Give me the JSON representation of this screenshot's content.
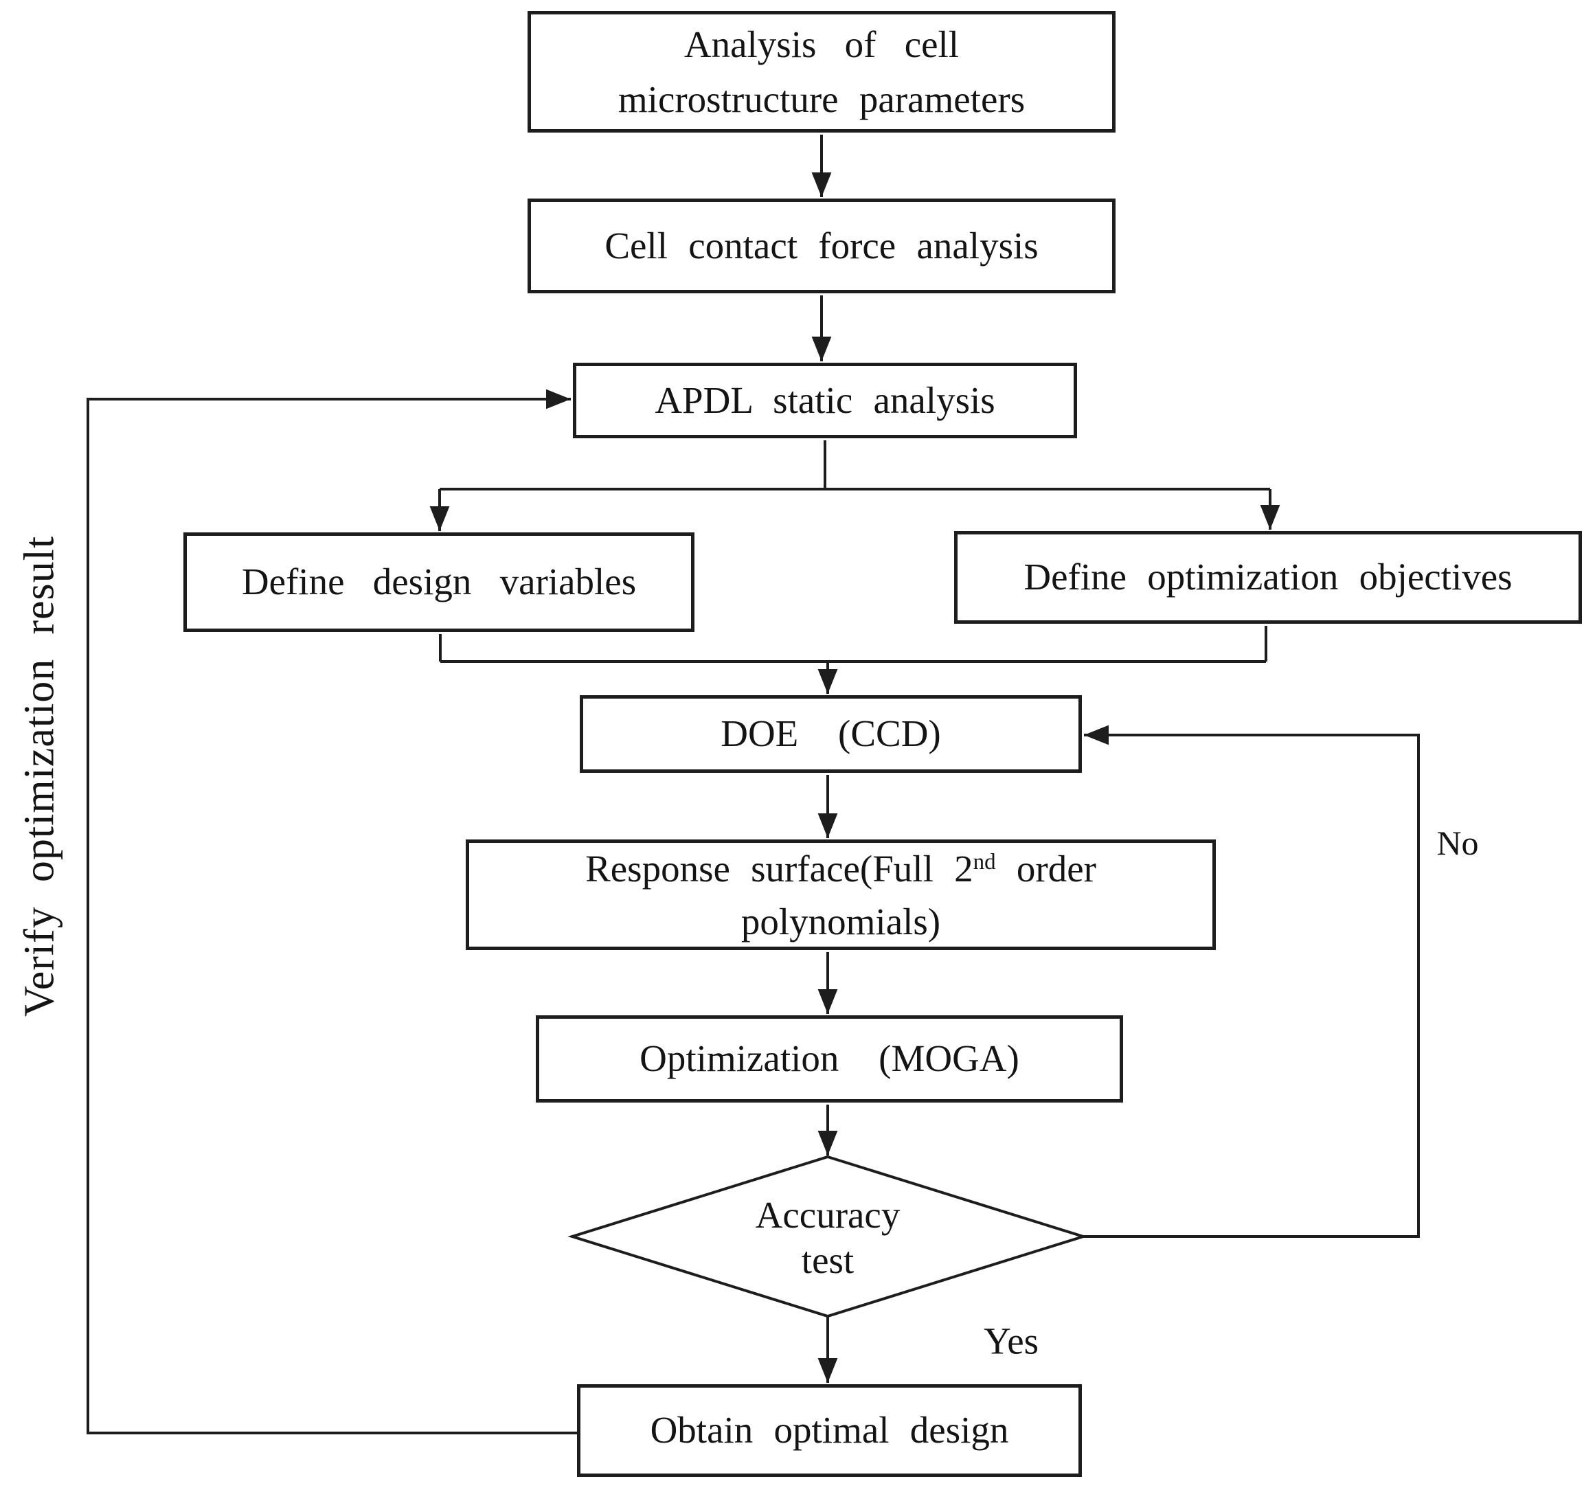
{
  "nodes": {
    "analysis": {
      "line1": "Analysis of cell",
      "line2": "microstructure parameters"
    },
    "cell_contact": {
      "label": "Cell contact force analysis"
    },
    "apdl": {
      "label": "APDL static analysis"
    },
    "design_variables": {
      "label": "Define design variables"
    },
    "optimization_objectives": {
      "label": "Define optimization objectives"
    },
    "doe": {
      "label": "DOE (CCD)"
    },
    "response_surface": {
      "line1_part1": "Response surface(Full 2",
      "line1_sup": "nd",
      "line1_part2": " order",
      "line2": "polynomials)"
    },
    "optimization": {
      "label": "Optimization (MOGA)"
    },
    "accuracy_test": {
      "line1": "Accuracy",
      "line2": "test"
    },
    "obtain_optimal": {
      "label": "Obtain optimal design"
    }
  },
  "edge_labels": {
    "yes": "Yes",
    "no": "No",
    "verify": "Verify optimization result"
  },
  "colors": {
    "line": "#1d1d1d",
    "text": "#141414",
    "background": "#ffffff"
  }
}
